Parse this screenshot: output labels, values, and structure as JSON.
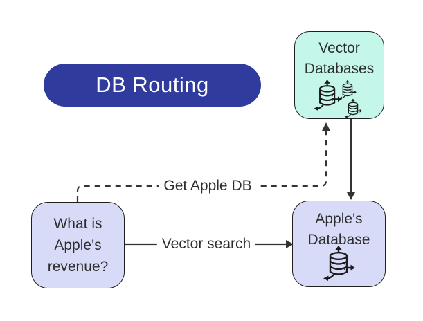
{
  "title": "DB Routing",
  "nodes": {
    "vector_databases": {
      "label": "Vector\nDatabases",
      "icon": "database-sync-icon"
    },
    "query": {
      "label": "What is\nApple's\nrevenue?"
    },
    "apples_database": {
      "label": "Apple's\nDatabase",
      "icon": "database-sync-icon"
    }
  },
  "edges": {
    "get_apple_db": {
      "label": "Get Apple DB",
      "style": "dashed",
      "from": "query",
      "to": "vector_databases"
    },
    "vector_search": {
      "label": "Vector search",
      "style": "solid",
      "from": "query",
      "to": "apples_database"
    },
    "vector_to_apple": {
      "style": "solid",
      "from": "vector_databases",
      "to": "apples_database"
    }
  },
  "colors": {
    "pill_bg": "#2f3b9d",
    "pill_text": "#ffffff",
    "mint_bg": "#c4f6ea",
    "lavender_bg": "#d8dbf7",
    "node_border": "#1f1f1f",
    "node_text": "#2d2d2d",
    "arrow": "#333333",
    "canvas_bg": "#ffffff"
  }
}
